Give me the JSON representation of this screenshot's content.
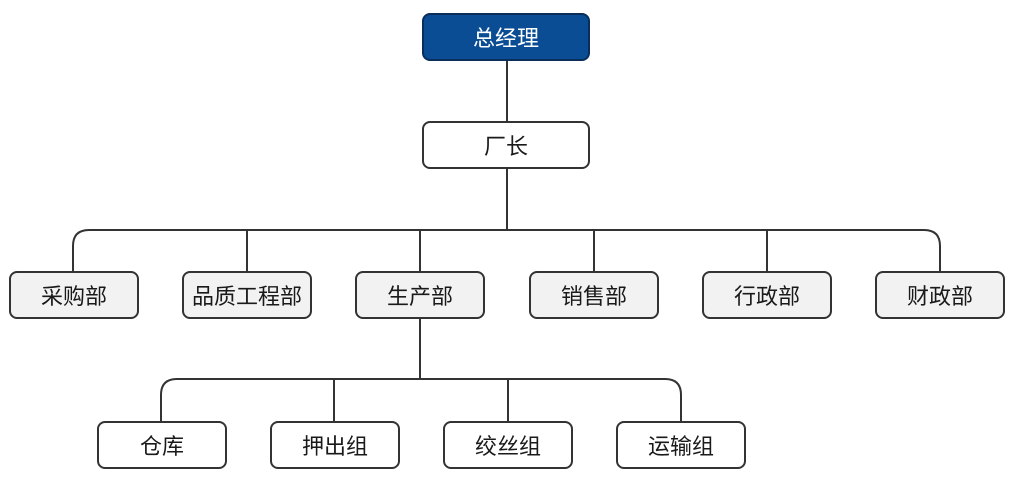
{
  "nodes": {
    "general_manager": "总经理",
    "factory_director": "厂长",
    "departments": [
      "采购部",
      "品质工程部",
      "生产部",
      "销售部",
      "行政部",
      "财政部"
    ],
    "production_groups": [
      "仓库",
      "押出组",
      "绞丝组",
      "运输组"
    ]
  },
  "colors": {
    "root_fill": "#0a4d94",
    "department_fill": "#f2f2f2",
    "line": "#333333"
  }
}
